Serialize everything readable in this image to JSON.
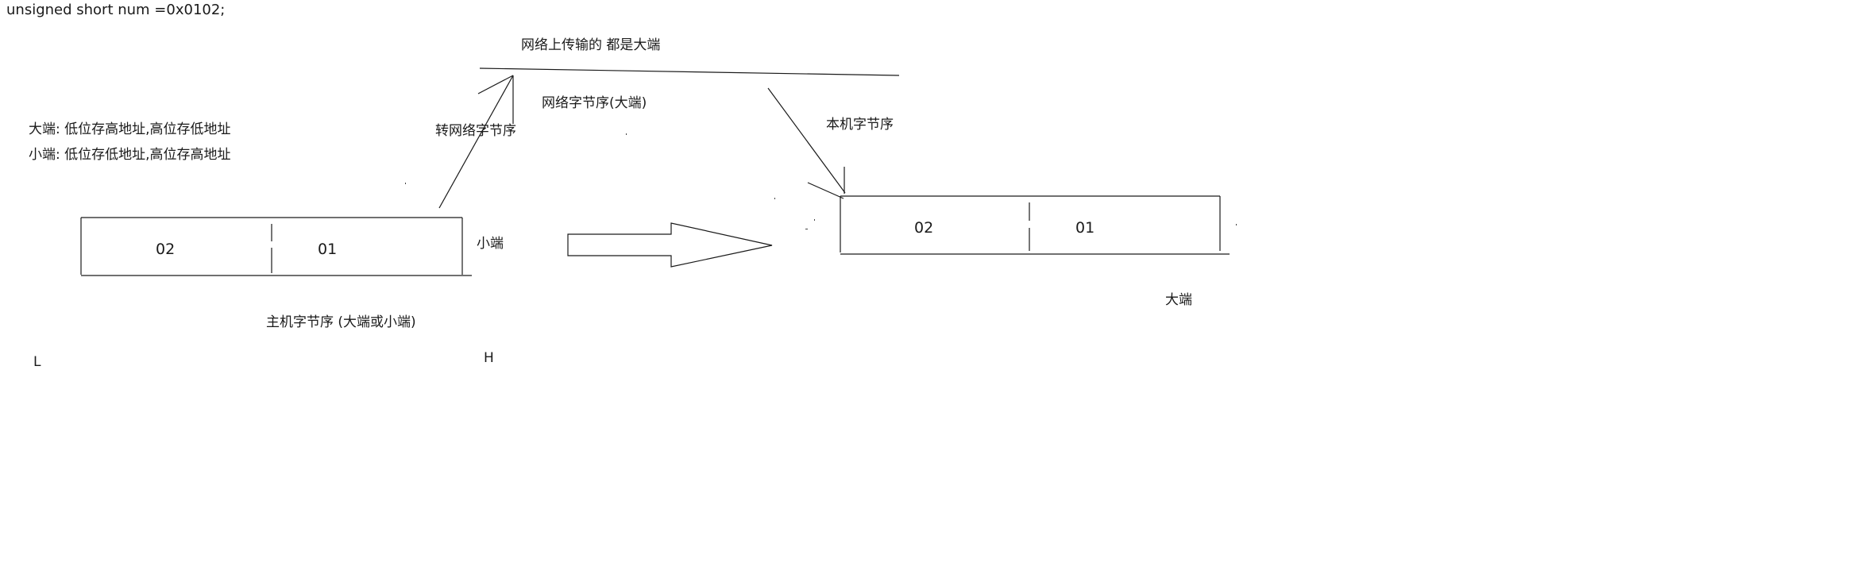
{
  "code_line": "unsigned short  num =0x0102;",
  "network_note": "网络上传输的   都是大端",
  "network_byte_order": "网络字节序(大端)",
  "to_network": "转网络字节序",
  "to_host": "本机字节序",
  "definitions": {
    "big_endian": "大端: 低位存高地址,高位存低地址",
    "little_endian": "小端: 低位存低地址,高位存高地址"
  },
  "host_block": {
    "cells": [
      "02",
      "01"
    ],
    "endian_label": "小端",
    "caption": "主机字节序 (大端或小端)",
    "low_marker": "L",
    "high_marker": "H"
  },
  "network_block": {
    "cells": [
      "02",
      "01"
    ],
    "endian_label": "大端"
  }
}
